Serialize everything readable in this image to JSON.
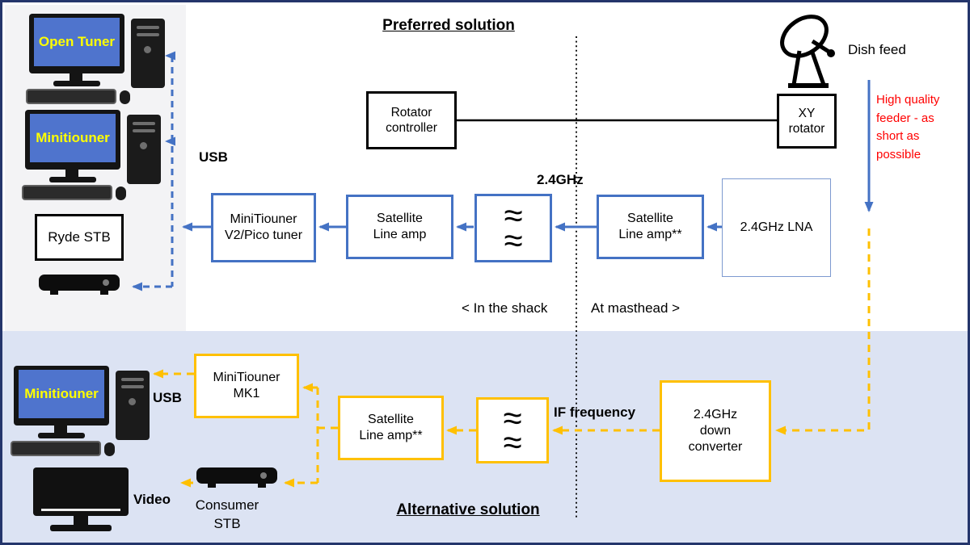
{
  "titles": {
    "preferred": "Preferred solution",
    "alternative": "Alternative solution"
  },
  "zones": {
    "in_shack": "< In the shack",
    "at_masthead": "At masthead >"
  },
  "annotations": {
    "usb_top": "USB",
    "usb_bottom": "USB",
    "video": "Video",
    "freq_2_4ghz": "2.4GHz",
    "if_frequency": "IF frequency",
    "dish_feed": "Dish feed",
    "feeder_note": "High quality feeder - as short as possible",
    "consumer_stb_label": "Consumer STB"
  },
  "screens": {
    "open_tuner": "Open Tuner",
    "minitiouner_top": "Minitiouner",
    "minitiouner_alt": "Minitiouner"
  },
  "blocks": {
    "rotator_controller": "Rotator controller",
    "xy_rotator": "XY rotator",
    "lna": "2.4GHz LNA",
    "line_amp_masthead": "Satellite Line amp**",
    "line_amp_shack": "Satellite Line amp",
    "tuner_v2": "MiniTiouner V2/Pico tuner",
    "ryde_stb": "Ryde STB",
    "tuner_mk1": "MiniTiouner MK1",
    "line_amp_alt": "Satellite Line amp**",
    "down_converter": "2.4GHz down converter"
  },
  "icons": {
    "filter_symbol": "≈\n≈"
  },
  "colors": {
    "blue": "#4472C4",
    "yellow": "#FFC000",
    "red": "#FF0000",
    "navy_border": "#24356B",
    "alt_section_bg": "#DCE3F3",
    "screen_blue": "#4F74CD",
    "screen_text": "#FFFF00"
  }
}
